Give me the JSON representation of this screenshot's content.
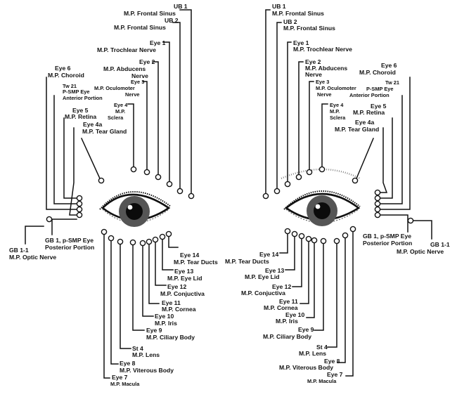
{
  "colors": {
    "ink": "#111111",
    "paper": "#ffffff",
    "iris": "#555555",
    "pupil": "#0b0b0b"
  },
  "diagram": {
    "title": "Eye acupuncture / meridian point map",
    "left_eye": {
      "labels": {
        "ub1_a": "UB 1",
        "ub1_b": "M.P. Frontal Sinus",
        "ub2_a": "UB 2",
        "ub2_b": "M.P. Frontal Sinus",
        "eye1_a": "Eye 1",
        "eye1_b": "M.P. Trochlear Nerve",
        "eye2_a": "Eye 2",
        "eye2_b": "M.P. Abducens",
        "eye2_c": "Nerve",
        "eye3_a": "Eye 3",
        "eye3_b": "M.P. Oculomoter",
        "eye3_c": "Nerve",
        "eye4_a": "Eye 4",
        "eye4_b": "M.P.",
        "eye4_c": "Sclera",
        "eye6_a": "Eye 6",
        "eye6_b": "M.P. Choroid",
        "tw21_a": "Tw 21",
        "tw21_b": "P-SMP Eye",
        "tw21_c": "Anterior Portion",
        "eye5_a": "Eye 5",
        "eye5_b": "M.P. Retina",
        "eye4a_a": "Eye 4a",
        "eye4a_b": "M.P. Tear Gland",
        "gb1_a": "GB 1, p-SMP Eye",
        "gb1_b": "Posterior Portion",
        "gb11_a": "GB 1-1",
        "gb11_b": "M.P. Optic Nerve",
        "eye14_a": "Eye 14",
        "eye14_b": "M.P. Tear Ducts",
        "eye13_a": "Eye 13",
        "eye13_b": "M.P. Eye Lid",
        "eye12_a": "Eye 12",
        "eye12_b": "M.P. Conjuctiva",
        "eye11_a": "Eye 11",
        "eye11_b": "M.P. Cornea",
        "eye10_a": "Eye 10",
        "eye10_b": "M.P. Iris",
        "eye9_a": "Eye 9",
        "eye9_b": "M.P. Ciliary Body",
        "st4_a": "St 4",
        "st4_b": "M.P. Lens",
        "eye8_a": "Eye 8",
        "eye8_b": "M.P. Viterous Body",
        "eye7_a": "Eye 7",
        "eye7_b": "M.P. Macula"
      }
    },
    "right_eye": {
      "labels": {
        "ub1_a": "UB 1",
        "ub1_b": "M.P. Frontal Sinus",
        "ub2_a": "UB 2",
        "ub2_b": "M.P. Frontal Sinus",
        "eye1_a": "Eye 1",
        "eye1_b": "M.P. Trochlear Nerve",
        "eye2_a": "Eye 2",
        "eye2_b": "M.P. Abducens",
        "eye2_c": "Nerve",
        "eye3_a": "Eye 3",
        "eye3_b": "M.P. Oculomoter",
        "eye3_c": "Nerve",
        "eye4_a": "Eye 4",
        "eye4_b": "M.P.",
        "eye4_c": "Sclera",
        "eye6_a": "Eye 6",
        "eye6_b": "M.P. Choroid",
        "tw21_a": "Tw 21",
        "tw21_b": "P-SMP Eye",
        "tw21_c": "Anterior Portion",
        "eye5_a": "Eye 5",
        "eye5_b": "M.P. Retina",
        "eye4a_a": "Eye 4a",
        "eye4a_b": "M.P. Tear Gland",
        "gb1_a": "GB 1, p-SMP Eye",
        "gb1_b": "Posterior Portion",
        "gb11_a": "GB 1-1",
        "gb11_b": "M.P. Optic Nerve",
        "eye14_a": "Eye 14",
        "eye14_b": "M.P. Tear Ducts",
        "eye13_a": "Eye 13",
        "eye13_b": "M.P. Eye Lid",
        "eye12_a": "Eye 12",
        "eye12_b": "M.P. Conjuctiva",
        "eye11_a": "Eye 11",
        "eye11_b": "M.P. Cornea",
        "eye10_a": "Eye 10",
        "eye10_b": "M.P. Iris",
        "eye9_a": "Eye 9",
        "eye9_b": "M.P. Ciliary Body",
        "st4_a": "St 4",
        "st4_b": "M.P. Lens",
        "eye8_a": "Eye 8",
        "eye8_b": "M.P. Viterous Body",
        "eye7_a": "Eye 7",
        "eye7_b": "M.P. Macula"
      }
    }
  }
}
